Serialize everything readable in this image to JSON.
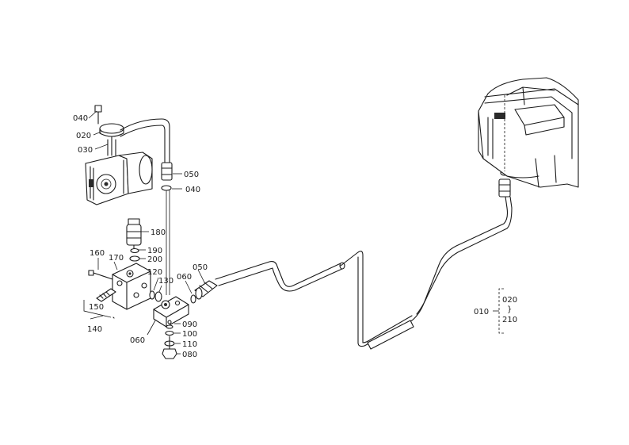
{
  "callouts": {
    "p040_top": "040",
    "p020": "020",
    "p030": "030",
    "p050_upper": "050",
    "p040_mid": "040",
    "p180": "180",
    "p190": "190",
    "p200": "200",
    "p160": "160",
    "p170": "170",
    "p120": "120",
    "p130": "130",
    "p060_small": "060",
    "p050_right": "050",
    "p150": "150",
    "p140": "140",
    "p060_block": "060",
    "p090": "090",
    "p100": "100",
    "p110": "110",
    "p080": "080",
    "p010": "010",
    "p020_group": "020",
    "p210": "210"
  }
}
